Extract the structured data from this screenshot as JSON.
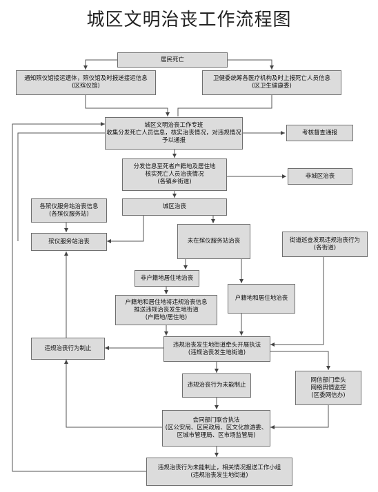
{
  "title": "城区文明治丧工作流程图",
  "nodes": {
    "death": [
      "居民死亡"
    ],
    "notify_funeral": [
      "通知殡仪馆接运遗体，殡仪馆及时报送接运信息",
      "(区殡仪馆)"
    ],
    "health_report": [
      "卫健委统筹各医疗机构及时上报死亡人员信息",
      "(区卫生健康委)"
    ],
    "special_class": [
      "城区文明治丧工作专班",
      "收集分发死亡人员信息，核实治丧情况，对违规情况",
      "予以通报"
    ],
    "assess": [
      "考核督查通报"
    ],
    "distribute": [
      "分发信息至死者户籍地及居住地",
      "核实死亡人员治丧情况",
      "(各镇乡街道)"
    ],
    "non_urban": [
      "非城区治丧"
    ],
    "urban": [
      "城区治丧"
    ],
    "station_info": [
      "各殡仪服务站治丧信息",
      "(各殡仪服务站)"
    ],
    "station_funeral": [
      "殡仪服务站治丧"
    ],
    "not_station": [
      "未在殡仪服务站治丧"
    ],
    "patrol": [
      "街道巡查发现违规治丧行为",
      "(各街道)"
    ],
    "non_household": [
      "非户籍地居住地治丧"
    ],
    "household": [
      "户籍地和居住地治丧"
    ],
    "push_info": [
      "户籍地和居住地将违规治丧信息",
      "推送违规治丧发生地街道",
      "(户籍地/居住地)"
    ],
    "lead_enforce": [
      "违规治丧发生地街道牵头开展执法",
      "(违规治丧发生地街道)"
    ],
    "stopped": [
      "违规治丧行为制止"
    ],
    "not_stopped": [
      "违规治丧行为未能制止"
    ],
    "cyber": [
      "网信部门牵头",
      "网络舆情监控",
      "(区委网信办)"
    ],
    "joint": [
      "会同部门联合执法",
      "(区公安局、区民政局、区文化旅游委、",
      "区城市管理局、区市场监管局)"
    ],
    "final_report": [
      "违规治丧行为未能制止，相关情况报送工作小组",
      "(违规治丧发生地街道)"
    ]
  }
}
